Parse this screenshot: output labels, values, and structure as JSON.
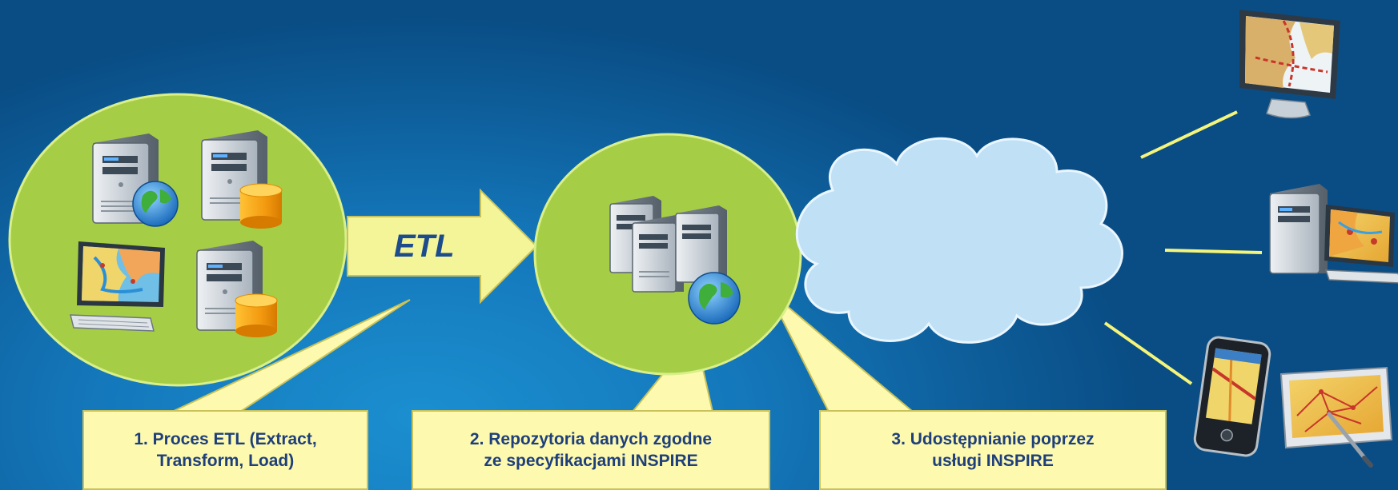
{
  "colors": {
    "background": "#1478bb",
    "circle_fill": "#a6cd46",
    "callout_fill": "#fdfab0",
    "callout_text": "#1f3f7a",
    "cloud_fill": "#bfe0f5",
    "connector": "#f5f57a"
  },
  "arrow": {
    "label": "ETL"
  },
  "callouts": [
    {
      "text_line1": "1. Proces ETL (Extract,",
      "text_line2": "Transform, Load)"
    },
    {
      "text_line1": "2. Repozytoria danych zgodne",
      "text_line2": "ze specyfikacjami INSPIRE"
    },
    {
      "text_line1": "3. Udostępnianie poprzez",
      "text_line2": "usługi INSPIRE"
    }
  ],
  "icons": {
    "source_group": [
      "server-globe-icon",
      "server-database-icon",
      "desktop-map-icon",
      "server-database-icon"
    ],
    "repository": "server-cluster-globe-icon",
    "network": "cloud-icon",
    "clients": [
      "monitor-map-icon",
      "desktop-computer-map-icon",
      "mobile-device-icon",
      "tablet-map-icon"
    ]
  }
}
